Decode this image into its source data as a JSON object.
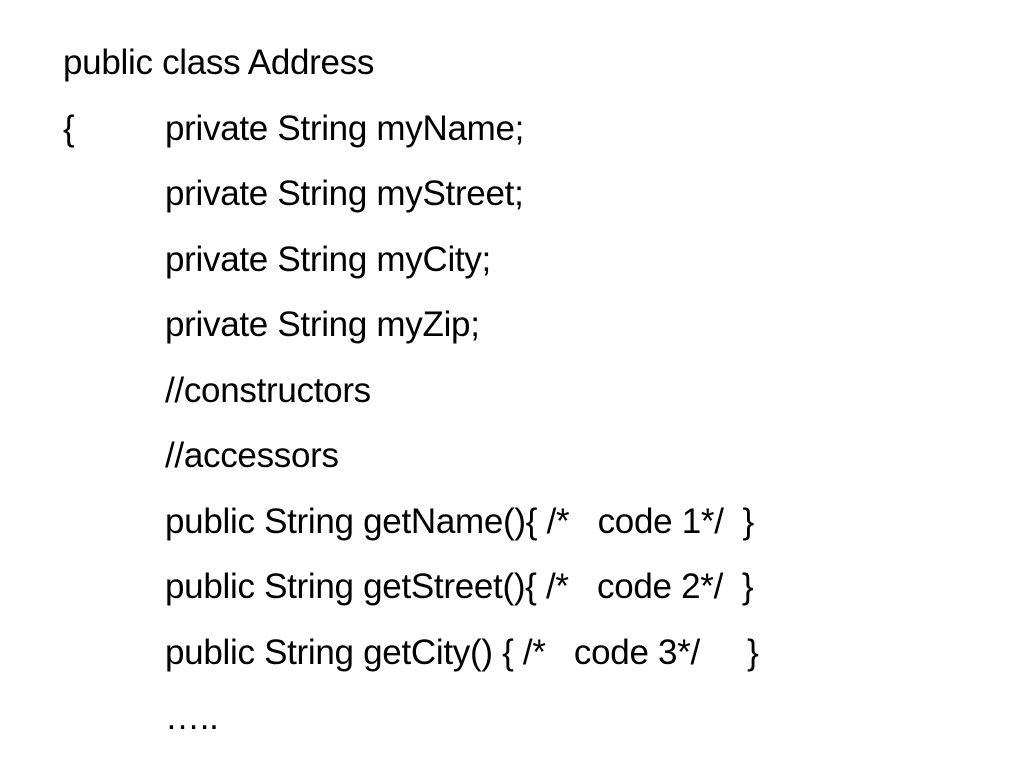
{
  "slide": {
    "class_header": "public class Address",
    "open_brace": "{",
    "fields": [
      "private String myName;",
      "private String myStreet;",
      "private String myCity;",
      "private String myZip;"
    ],
    "comments": [
      "//constructors",
      "//accessors"
    ],
    "methods": [
      "public String getName(){ /*   code 1*/  }",
      "public String getStreet(){ /*   code 2*/  }",
      "public String getCity() { /*   code 3*/     }"
    ],
    "ellipsis": "….."
  }
}
